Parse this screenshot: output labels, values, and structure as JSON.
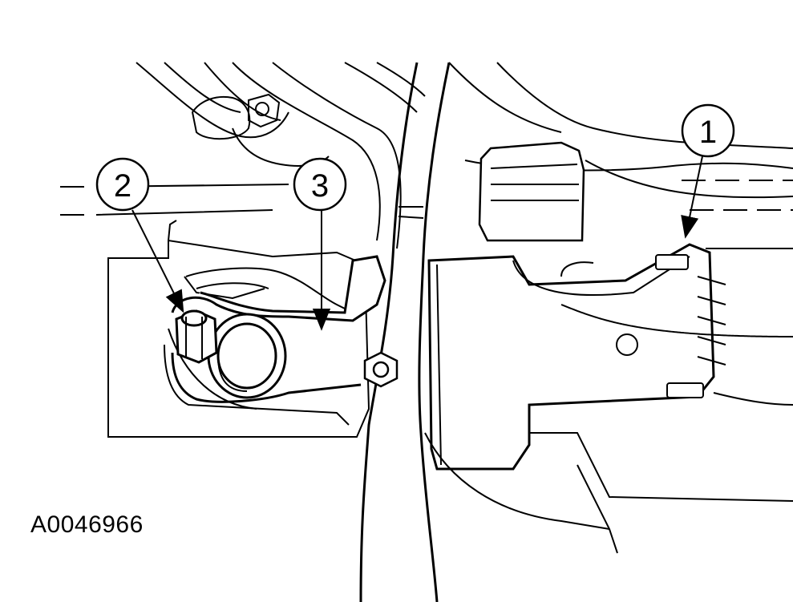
{
  "figure": {
    "id": "A0046966",
    "colors": {
      "ink": "#000000",
      "paper": "#ffffff",
      "shade": "#f2f2f2"
    }
  },
  "callouts": [
    {
      "number": "1",
      "target": "electrical-connector"
    },
    {
      "number": "2",
      "target": "nut"
    },
    {
      "number": "3",
      "target": "bracket"
    }
  ]
}
